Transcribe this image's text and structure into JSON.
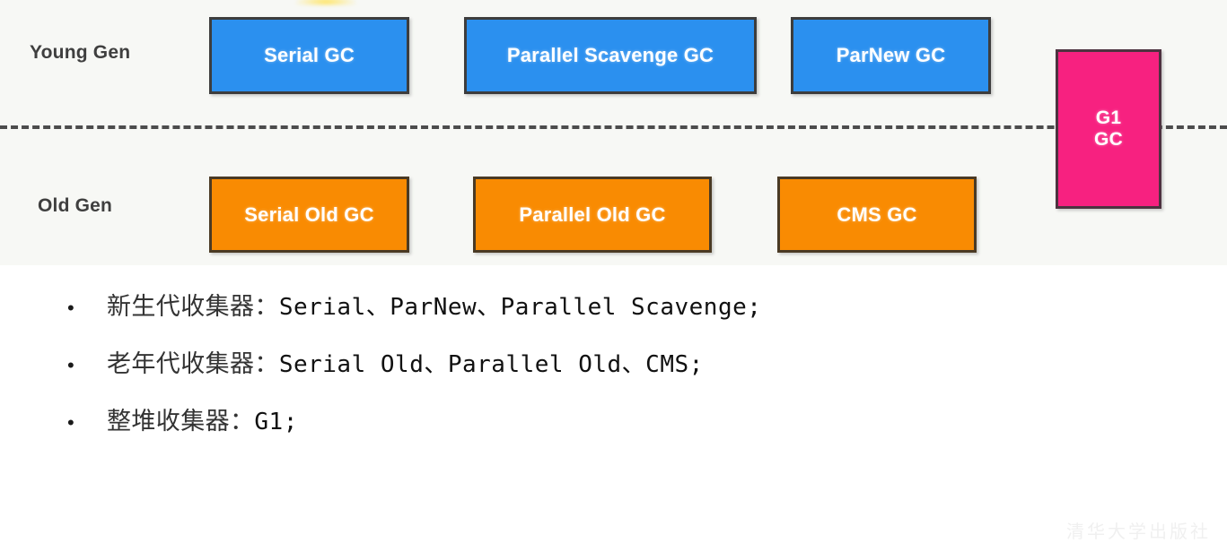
{
  "diagram": {
    "type": "jvm-gc-collector-pairing-diagram",
    "rows": [
      {
        "id": "young-gen",
        "label": "Young Gen"
      },
      {
        "id": "old-gen",
        "label": "Old Gen"
      }
    ],
    "divider": {
      "style": "dashed",
      "color": "#4c4c4c"
    },
    "boxes": [
      {
        "id": "serial-gc",
        "label": "Serial GC",
        "generation": "young",
        "color": "#2b90ef"
      },
      {
        "id": "parallel-scavenge-gc",
        "label": "Parallel Scavenge GC",
        "generation": "young",
        "color": "#2b90ef"
      },
      {
        "id": "parnew-gc",
        "label": "ParNew GC",
        "generation": "young",
        "color": "#2b90ef"
      },
      {
        "id": "serial-old-gc",
        "label": "Serial Old GC",
        "generation": "old",
        "color": "#f98b02"
      },
      {
        "id": "parallel-old-gc",
        "label": "Parallel Old GC",
        "generation": "old",
        "color": "#f98b02"
      },
      {
        "id": "cms-gc",
        "label": "CMS GC",
        "generation": "old",
        "color": "#f98b02"
      },
      {
        "id": "g1-gc",
        "label": "G1\nGC",
        "generation": "whole-heap",
        "color": "#f72180"
      }
    ]
  },
  "bullets": [
    {
      "marker": "•",
      "cjk_prefix": "新生代收集器：",
      "latin": "Serial、ParNew、Parallel Scavenge;"
    },
    {
      "marker": "•",
      "cjk_prefix": "老年代收集器：",
      "latin": "Serial Old、Parallel Old、CMS;"
    },
    {
      "marker": "•",
      "cjk_prefix": "整堆收集器：",
      "latin": "G1;"
    }
  ],
  "watermark": {
    "text": "清华大学出版社"
  },
  "colors": {
    "panel_background": "#f7f8f5",
    "page_background": "#ffffff",
    "young_gen": "#2b90ef",
    "old_gen": "#f98b02",
    "whole_heap": "#f72180",
    "divider": "#4c4c4c",
    "label_text": "#3f3f3f"
  }
}
